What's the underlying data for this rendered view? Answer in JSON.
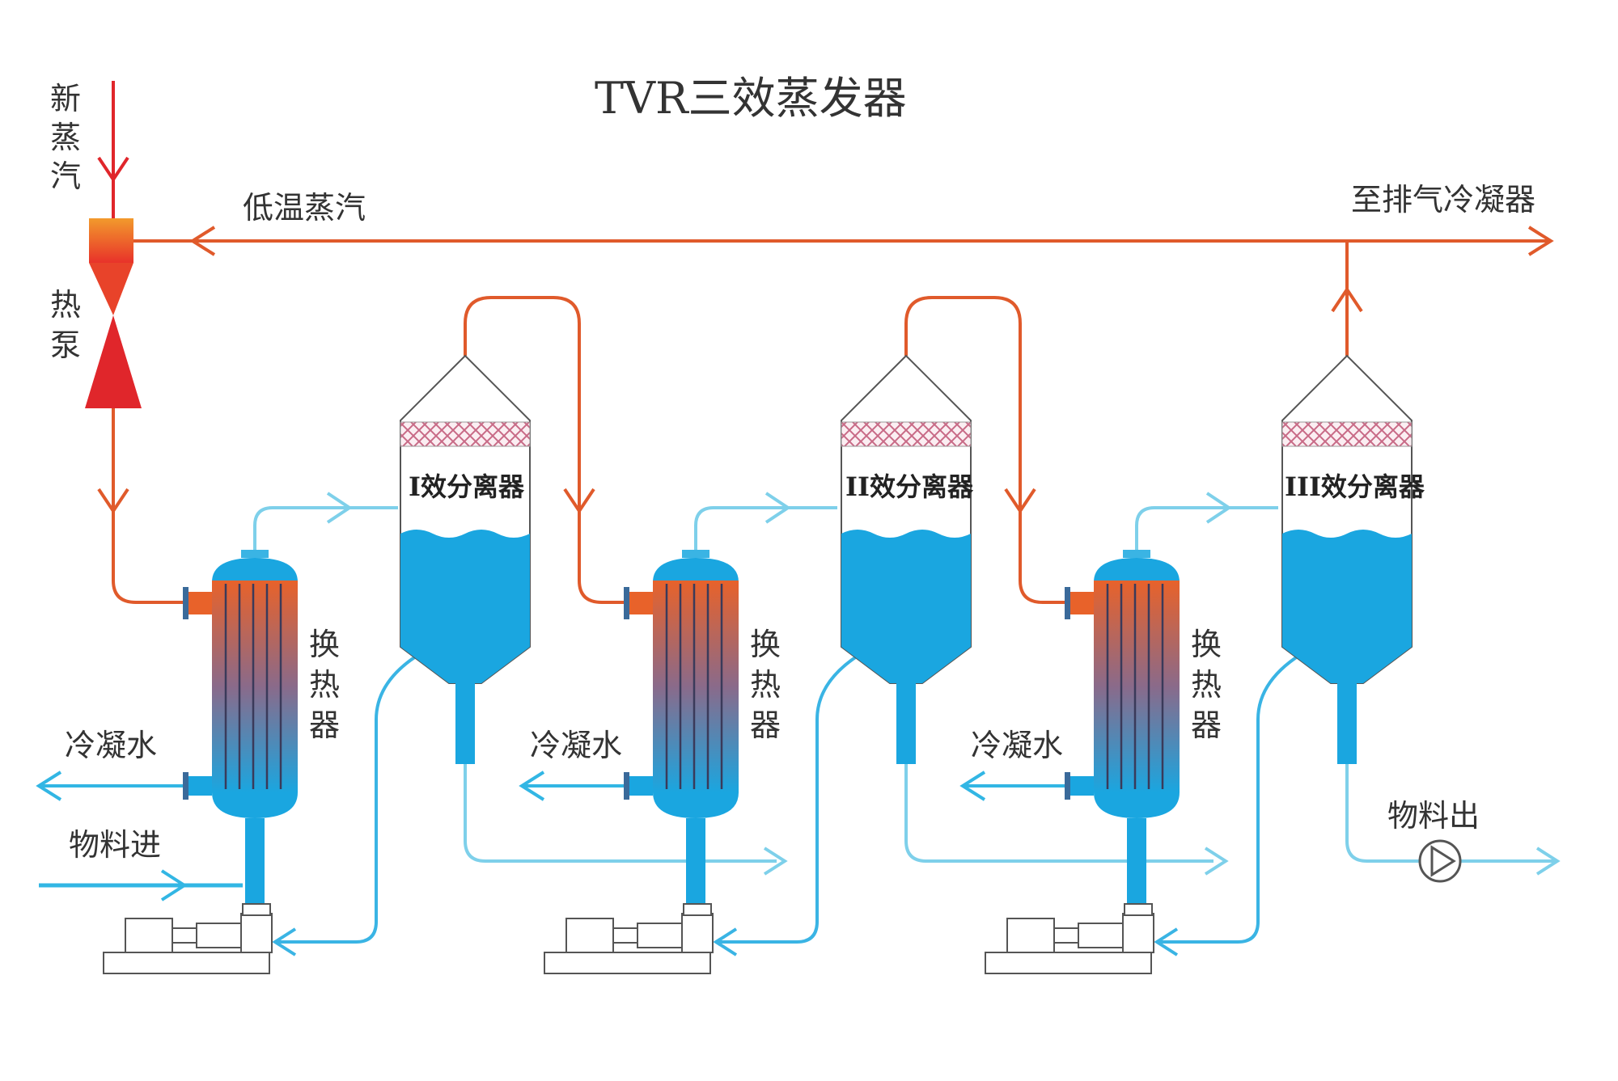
{
  "title": "TVR三效蒸发器",
  "labels": {
    "fresh_steam": [
      "新",
      "蒸",
      "汽"
    ],
    "heat_pump": [
      "热",
      "泵"
    ],
    "low_temp_steam": "低温蒸汽",
    "to_exhaust_condenser": "至排气冷凝器",
    "heat_exchanger": [
      "换",
      "热",
      "器"
    ],
    "condensate": "冷凝水",
    "feed_in": "物料进",
    "product_out": "物料出"
  },
  "separators": [
    "I效分离器",
    "II效分离器",
    "III效分离器"
  ],
  "colors": {
    "steam": "#e05a2b",
    "fresh_steam": "#e0262b",
    "liquid_line": "#7ed0ea",
    "liquid_fill": "#1aa6e0",
    "feed_line": "#32b6e4",
    "tube": "#1aa6e0",
    "mesh": "#d08a9c"
  },
  "icons": [
    "arrow-icon",
    "pump-icon",
    "valve-icon"
  ]
}
